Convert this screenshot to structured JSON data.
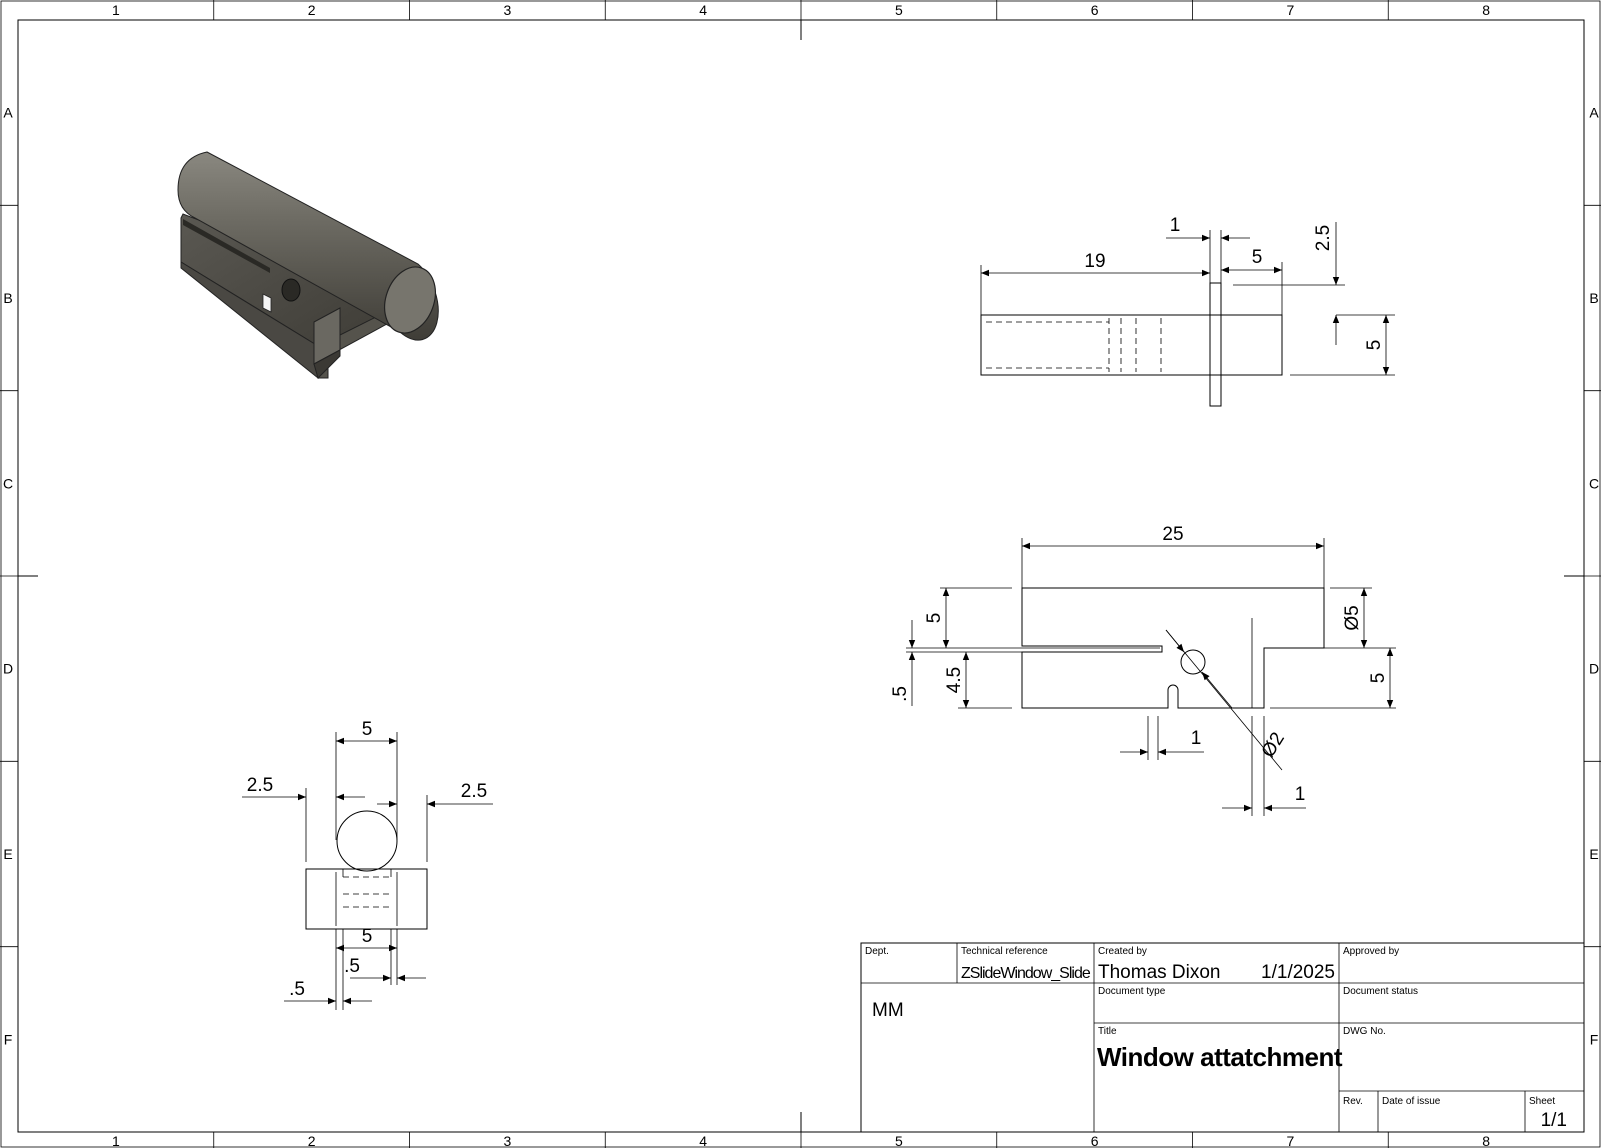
{
  "border": {
    "columns": [
      "1",
      "2",
      "3",
      "4",
      "5",
      "6",
      "7",
      "8"
    ],
    "rows": [
      "A",
      "B",
      "C",
      "D",
      "E",
      "F"
    ]
  },
  "views": {
    "iso": {
      "label": "isometric-model-view"
    },
    "top": {
      "dims": {
        "d1": "1",
        "d19": "19",
        "d5a": "5",
        "d25": "2.5",
        "d5b": "5"
      }
    },
    "front": {
      "dims": {
        "d25": "25",
        "d5a": "5",
        "phi5": "Ø5",
        "d05": ".5",
        "d45": "4.5",
        "d5b": "5",
        "d1a": "1",
        "phi2": "Ø2",
        "d1b": "1"
      }
    },
    "side": {
      "dims": {
        "d5top": "5",
        "d25l": "2.5",
        "d25r": "2.5",
        "d5bot": "5",
        "d05a": ".5",
        "d05b": ".5"
      }
    }
  },
  "title_block": {
    "dept_label": "Dept.",
    "dept_value": "MM",
    "tech_ref_label": "Technical reference",
    "tech_ref_value": "ZSlideWindow_Slide",
    "created_by_label": "Created by",
    "created_by_value": "Thomas Dixon",
    "created_date": "1/1/2025",
    "approved_by_label": "Approved by",
    "doc_type_label": "Document type",
    "doc_status_label": "Document status",
    "title_label": "Title",
    "title_value": "Window attatchment",
    "dwg_no_label": "DWG No.",
    "rev_label": "Rev.",
    "date_issue_label": "Date of issue",
    "sheet_label": "Sheet",
    "sheet_value": "1/1"
  }
}
